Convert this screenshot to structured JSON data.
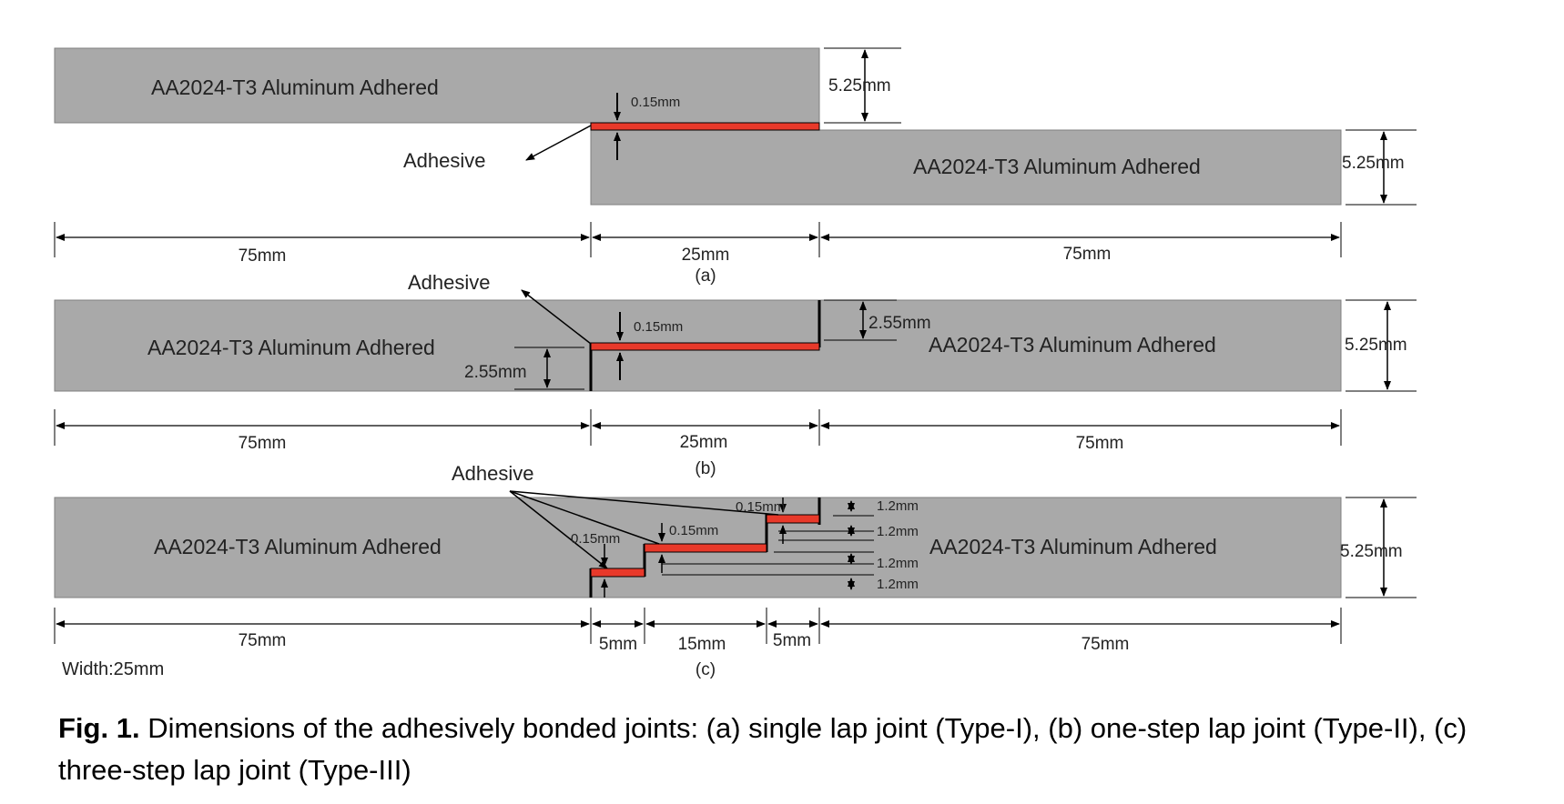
{
  "colors": {
    "plate_fill": "#a9a9a9",
    "plate_stroke": "#7f7f7f",
    "adhesive": "#e8392a",
    "line": "#000000"
  },
  "material_label": "AA2024-T3 Aluminum Adhered",
  "adhesive_label": "Adhesive",
  "joint_a": {
    "thickness_top": "5.25mm",
    "thickness_bottom": "5.25mm",
    "adhesive_thickness": "0.15mm",
    "dim_left": "75mm",
    "dim_overlap": "25mm",
    "dim_right": "75mm",
    "sub_label": "(a)"
  },
  "joint_b": {
    "step_right": "2.55mm",
    "step_left": "2.55mm",
    "thickness": "5.25mm",
    "adhesive_thickness": "0.15mm",
    "dim_left": "75mm",
    "dim_overlap": "25mm",
    "dim_right": "75mm",
    "sub_label": "(b)"
  },
  "joint_c": {
    "adh1": "0.15mm",
    "adh2": "0.15mm",
    "adh3": "0.15mm",
    "step1": "1.2mm",
    "step2": "1.2mm",
    "step3": "1.2mm",
    "step4": "1.2mm",
    "thickness": "5.25mm",
    "dim_left": "75mm",
    "dim_s1": "5mm",
    "dim_s2": "15mm",
    "dim_s3": "5mm",
    "dim_right": "75mm",
    "sub_label": "(c)",
    "width_label": "Width:25mm"
  },
  "caption": {
    "prefix": "Fig. 1.",
    "text": " Dimensions of the adhesively bonded joints: (a) single lap joint (Type-I), (b) one-step lap joint (Type-II), (c) three-step lap joint (Type-III)"
  }
}
